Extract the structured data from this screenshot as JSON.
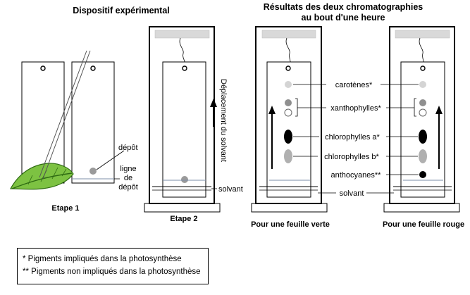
{
  "titles": {
    "setup": "Dispositif expérimental",
    "results_line1": "Résultats des deux chromatographies",
    "results_line2": "au bout d'une heure"
  },
  "labels": {
    "depot": "dépôt",
    "ligne": "ligne",
    "de": "de",
    "depot_line": "dépôt",
    "solvant_step2": "solvant",
    "solvent_movement": "Déplacement du solvant",
    "step1": "Etape 1",
    "step2": "Etape 2",
    "green_leaf": "Pour une feuille verte",
    "red_leaf": "Pour une feuille rouge",
    "solvant_results": "solvant"
  },
  "pigments": [
    {
      "name": "carotènes*"
    },
    {
      "name": "xanthophylles*"
    },
    {
      "name": "chlorophylles a*"
    },
    {
      "name": "chlorophylles b*"
    },
    {
      "name": "anthocyanes**"
    }
  ],
  "legend": {
    "line1": "* Pigments impliqués dans la photosynthèse",
    "line2": "** Pigments non impliqués dans la photosynthèse"
  },
  "colors": {
    "leaf": "#7dc242",
    "leaf_dark": "#2e6b12",
    "spot_grey": "#9a9a9a",
    "spot_light": "#cfcfcf",
    "lid": "#d9d9d9",
    "solvent_line": "#7d8fa8"
  }
}
